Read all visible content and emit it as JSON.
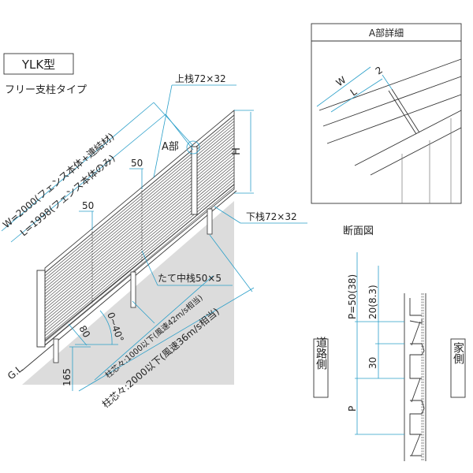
{
  "model_label": "YLK型",
  "subtitle": "フリー支柱タイプ",
  "labels": {
    "top_rail": "上栈72×32",
    "bottom_rail": "下栈72×32",
    "mid_rail": "たて中栈50×5",
    "part_a": "A部",
    "height": "H",
    "w_dim": "W=2000(フェンス本体+連結材)",
    "l_dim": "L=1998(フェンス本体のみ)",
    "dim_50_a": "50",
    "dim_50_b": "50",
    "angle": "0~40°",
    "dim_80": "80",
    "dim_165": "165",
    "ground": "G.L",
    "pitch_1000": "柱芯々:1000以下(風速42m/s相当)",
    "pitch_2000": "柱芯々:2000以下(風速36m/s相当)"
  },
  "detail": {
    "title": "A部詳細",
    "w": "W",
    "l": "L",
    "gap": "2"
  },
  "section": {
    "title": "断面図",
    "pitch": "P=50(38)",
    "dim_20": "20(8.3)",
    "dim_30": "30",
    "p": "P",
    "road_side": "道路側",
    "house_side": "家側"
  },
  "colors": {
    "dimension": "#2a9fc9",
    "ground_fill": "#dcdcdc"
  }
}
